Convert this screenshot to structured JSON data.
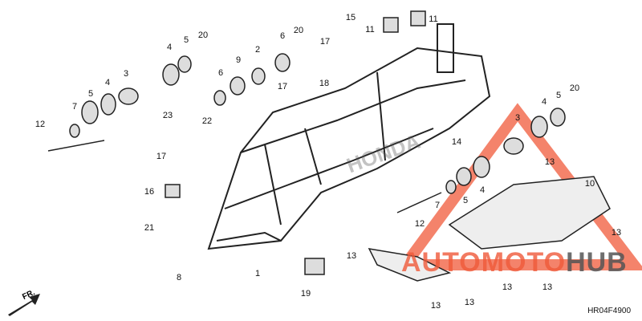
{
  "diagram": {
    "code": "HR04F4900",
    "direction_label": "FR.",
    "watermark": {
      "part1": "AUTOMOTO",
      "part2": "HUB",
      "brand": "HONDA"
    },
    "callouts": [
      "15",
      "11",
      "11",
      "4",
      "5",
      "20",
      "3",
      "5",
      "4",
      "7",
      "12",
      "9",
      "2",
      "6",
      "20",
      "6",
      "17",
      "18",
      "17",
      "23",
      "22",
      "17",
      "16",
      "21",
      "8",
      "1",
      "19",
      "14",
      "3",
      "4",
      "5",
      "20",
      "13",
      "10",
      "7",
      "5",
      "4",
      "12",
      "13",
      "13",
      "13",
      "13",
      "13",
      "13"
    ]
  },
  "colors": {
    "watermark_red": "#f05a3a",
    "watermark_gray": "#555555",
    "line": "#222222"
  }
}
